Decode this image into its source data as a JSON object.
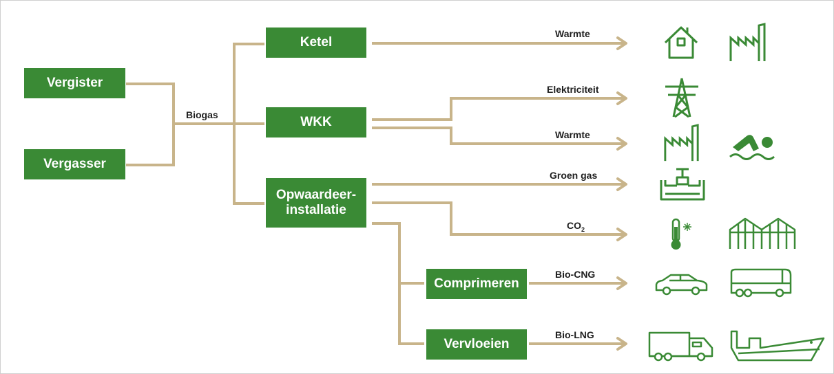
{
  "sources": [
    "Vergister",
    "Vergasser"
  ],
  "biogas_label": "Biogas",
  "processes": {
    "ketel": "Ketel",
    "wkk": "WKK",
    "opwaardeer": [
      "Opwaardeer-",
      "installatie"
    ],
    "comprimeren": "Comprimeren",
    "vervloeien": "Vervloeien"
  },
  "outputs": {
    "warmte_ketel": "Warmte",
    "elektriciteit": "Elektriciteit",
    "warmte_wkk": "Warmte",
    "groen_gas": "Groen gas",
    "co2": "CO",
    "co2_sub": "2",
    "bio_cng": "Bio-CNG",
    "bio_lng": "Bio-LNG"
  },
  "colors": {
    "box": "#3a8a35",
    "line": "#c8b48a",
    "icon": "#3a8a35"
  },
  "icons": [
    "house-icon",
    "factory-icon",
    "pylon-icon",
    "factory-icon",
    "swimmer-icon",
    "gas-valve-icon",
    "thermometer-icon",
    "greenhouse-icon",
    "car-icon",
    "bus-icon",
    "truck-icon",
    "ship-icon"
  ]
}
